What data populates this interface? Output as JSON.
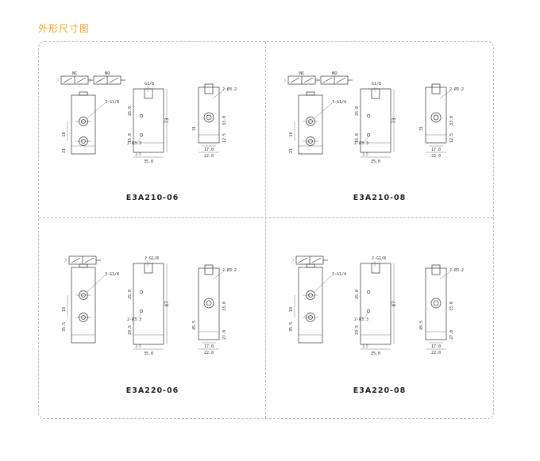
{
  "page_title": "外形尺寸图",
  "panels": [
    {
      "model": "E3A210-06",
      "symbol_labels": [
        "NC",
        "NO"
      ],
      "dims": {
        "port": "3-G1/8",
        "top_port": "G1/8",
        "mount_hole": "2-Ø3.3",
        "side_hole": "2-Ø3.2",
        "front_h1": "18",
        "front_h2": "21",
        "side_h1": "25.0",
        "side_h2": "15.0",
        "overall_h": "73",
        "width": "35.0",
        "small": "3.5",
        "r_h1": "33.0",
        "r_h2": "31",
        "r_h3": "12.5",
        "r_w1": "17.0",
        "r_w2": "22.0"
      }
    },
    {
      "model": "E3A210-08",
      "symbol_labels": [
        "NC",
        "NO"
      ],
      "dims": {
        "port": "3-G1/4",
        "top_port": "G1/8",
        "mount_hole": "2-Ø3.3",
        "side_hole": "2-Ø3.2",
        "front_h1": "18",
        "front_h2": "21",
        "side_h1": "25.0",
        "side_h2": "15.0",
        "overall_h": "73",
        "width": "35.0",
        "small": "3.5",
        "r_h1": "33.0",
        "r_h2": "31",
        "r_h3": "12.5",
        "r_w1": "17.0",
        "r_w2": "22.0"
      }
    },
    {
      "model": "E3A220-06",
      "symbol_labels": [],
      "dims": {
        "port": "3-G1/8",
        "top_port": "2-G1/8",
        "mount_hole": "2-Ø3.3",
        "side_hole": "2-Ø3.2",
        "front_h1": "18",
        "front_h2": "35.5",
        "side_h1": "25.0",
        "side_h2": "29.5",
        "overall_h": "87",
        "width": "35.0",
        "small": "3.5",
        "r_h1": "33.0",
        "r_h2": "45.5",
        "r_h3": "27.0",
        "r_w1": "17.0",
        "r_w2": "22.0"
      }
    },
    {
      "model": "E3A220-08",
      "symbol_labels": [],
      "dims": {
        "port": "3-G1/4",
        "top_port": "2-G1/8",
        "mount_hole": "2-Ø3.3",
        "side_hole": "2-Ø3.2",
        "front_h1": "18",
        "front_h2": "35.5",
        "side_h1": "25.0",
        "side_h2": "29.5",
        "overall_h": "87",
        "width": "35.0",
        "small": "3.5",
        "r_h1": "33.0",
        "r_h2": "45.5",
        "r_h3": "27.0",
        "r_w1": "17.0",
        "r_w2": "22.0"
      }
    }
  ]
}
